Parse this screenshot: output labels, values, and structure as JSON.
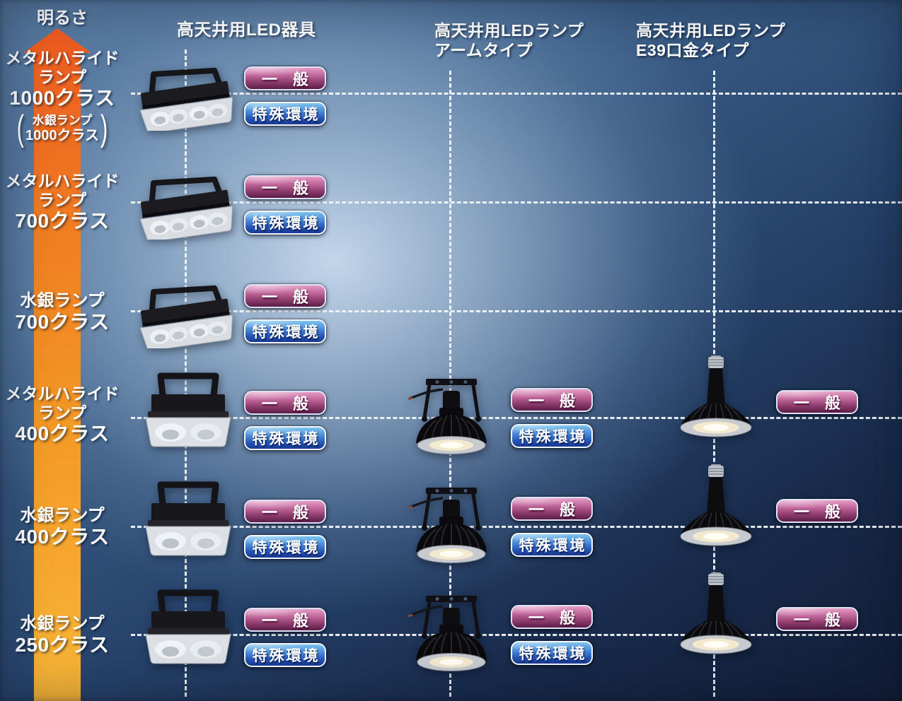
{
  "arrow": {
    "label": "明るさ"
  },
  "columns": [
    {
      "id": "fixture",
      "title_lines": [
        "高天井用LED器具"
      ]
    },
    {
      "id": "arm",
      "title_lines": [
        "高天井用LEDランプ",
        "アームタイプ"
      ]
    },
    {
      "id": "e39",
      "title_lines": [
        "高天井用LEDランプ",
        "E39口金タイプ"
      ]
    }
  ],
  "badge_labels": {
    "general": "一　般",
    "special": "特殊環境"
  },
  "punctuation": {
    "paren_open": "(",
    "paren_close": ")"
  },
  "rows": [
    {
      "id": "metal-halide-1000",
      "label_lines": [
        "メタルハライド",
        "ランプ",
        "1000クラス"
      ],
      "note_lines": [
        "水銀ランプ",
        "1000クラス"
      ],
      "cells": {
        "fixture": {
          "product": "led-fixture",
          "badges": [
            "general",
            "special"
          ]
        },
        "arm": null,
        "e39": null
      }
    },
    {
      "id": "metal-halide-700",
      "label_lines": [
        "メタルハライド",
        "ランプ",
        "700クラス"
      ],
      "cells": {
        "fixture": {
          "product": "led-fixture",
          "badges": [
            "general",
            "special"
          ]
        },
        "arm": null,
        "e39": null
      }
    },
    {
      "id": "mercury-700",
      "label_lines": [
        "水銀ランプ",
        "700クラス"
      ],
      "cells": {
        "fixture": {
          "product": "led-fixture",
          "badges": [
            "general",
            "special"
          ]
        },
        "arm": null,
        "e39": null
      }
    },
    {
      "id": "metal-halide-400",
      "label_lines": [
        "メタルハライド",
        "ランプ",
        "400クラス"
      ],
      "cells": {
        "fixture": {
          "product": "led-fixture-bracket",
          "badges": [
            "general",
            "special"
          ]
        },
        "arm": {
          "product": "led-lamp-arm-type",
          "badges": [
            "general",
            "special"
          ]
        },
        "e39": {
          "product": "led-lamp-e39-type",
          "badges": [
            "general"
          ]
        }
      }
    },
    {
      "id": "mercury-400",
      "label_lines": [
        "水銀ランプ",
        "400クラス"
      ],
      "cells": {
        "fixture": {
          "product": "led-fixture-bracket",
          "badges": [
            "general",
            "special"
          ]
        },
        "arm": {
          "product": "led-lamp-arm-type",
          "badges": [
            "general",
            "special"
          ]
        },
        "e39": {
          "product": "led-lamp-e39-type",
          "badges": [
            "general"
          ]
        }
      }
    },
    {
      "id": "mercury-250",
      "label_lines": [
        "水銀ランプ",
        "250クラス"
      ],
      "cells": {
        "fixture": {
          "product": "led-fixture-bracket",
          "badges": [
            "general",
            "special"
          ]
        },
        "arm": {
          "product": "led-lamp-arm-type",
          "badges": [
            "general",
            "special"
          ]
        },
        "e39": {
          "product": "led-lamp-e39-type",
          "badges": [
            "general"
          ]
        }
      }
    }
  ],
  "palette": {
    "background_dark": "#111d36",
    "background_light": "#caddf0",
    "arrow_top": "#ec5a20",
    "arrow_bottom": "#f8b637",
    "badge_general_top": "#e59cc4",
    "badge_general_bottom": "#5d1d49",
    "badge_special_top": "#7cc4ee",
    "badge_special_bottom": "#1a3a94",
    "dashed_line": "#f0f4f8",
    "text": "#ffffff"
  }
}
